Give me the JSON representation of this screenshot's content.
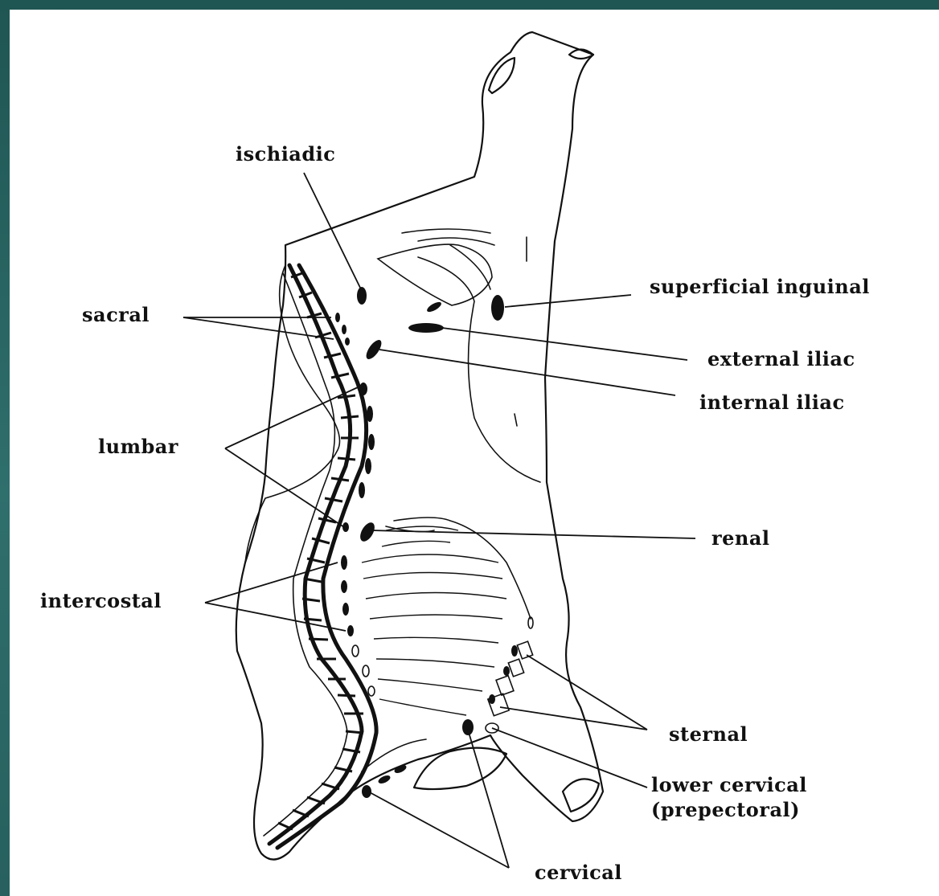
{
  "labels": {
    "ischiadic": "ischiadic",
    "sacral": "sacral",
    "superficial_inguinal": "superficial inguinal",
    "external_iliac": "external iliac",
    "internal_iliac": "internal iliac",
    "lumbar": "lumbar",
    "renal": "renal",
    "intercostal": "intercostal",
    "sternal": "sternal",
    "lower_cervical_1": "lower cervical",
    "lower_cervical_2": "(prepectoral)",
    "cervical": "cervical"
  },
  "colors": {
    "frame": "#2e6a68",
    "panel": "#ffffff",
    "ink": "#111111"
  }
}
